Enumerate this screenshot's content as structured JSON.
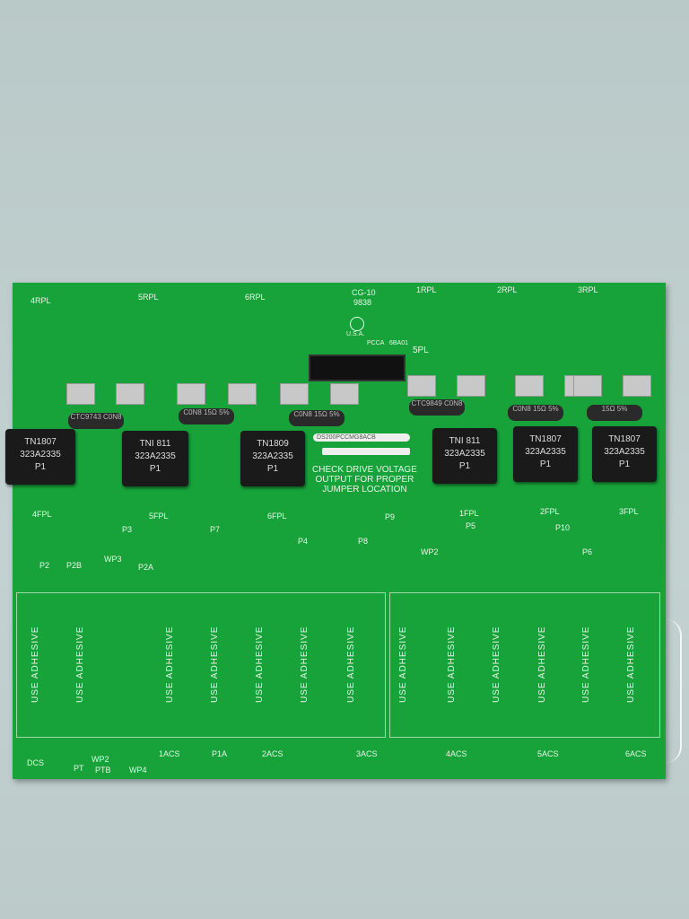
{
  "board": {
    "part_number": "DS200PCCMG8ACB",
    "pcca": "PCCA",
    "pcca_code": "6BA01",
    "rev": "CG-10",
    "date_code": "9838",
    "origin": "U.S.A.",
    "connector_label": "5PL",
    "warning": [
      "CHECK DRIVE VOLTAGE",
      "OUTPUT FOR PROPER",
      "JUMPER LOCATION"
    ],
    "top_labels": [
      "4RPL",
      "5RPL",
      "6RPL",
      "1RPL",
      "2RPL",
      "3RPL"
    ],
    "relays": [
      {
        "l1": "TN1807",
        "l2": "323A2335",
        "l3": "P1",
        "label": "4FPL"
      },
      {
        "l1": "TNI 811",
        "l2": "323A2335",
        "l3": "P1",
        "label": "5FPL"
      },
      {
        "l1": "TN1809",
        "l2": "323A2335",
        "l3": "P1",
        "label": "6FPL"
      },
      {
        "l1": "TNI 811",
        "l2": "323A2335",
        "l3": "P1",
        "label": "1FPL"
      },
      {
        "l1": "TN1807",
        "l2": "323A2335",
        "l3": "P1",
        "label": "2FPL"
      },
      {
        "l1": "TN1807",
        "l2": "323A2335",
        "l3": "P1",
        "label": "3FPL"
      }
    ],
    "resistors": [
      "CTC9743 C0N8",
      "C0N8 15Ω 5%",
      "C0N8 15Ω 5%",
      "CTC9849 C0N8",
      "C0N8 15Ω 5%",
      "15Ω 5%"
    ],
    "jumpers": [
      "P2",
      "P2B",
      "WP3",
      "P2A",
      "P3",
      "P7",
      "P4",
      "P8",
      "P9",
      "P5",
      "P10",
      "P6",
      "WP2"
    ],
    "adhesive": "USE ADHESIVE",
    "bottom_labels": [
      "DCS",
      "PT",
      "WP2",
      "PTB",
      "WP4",
      "1ACS",
      "P1A",
      "2ACS",
      "3ACS",
      "4ACS",
      "5ACS",
      "6ACS"
    ]
  }
}
